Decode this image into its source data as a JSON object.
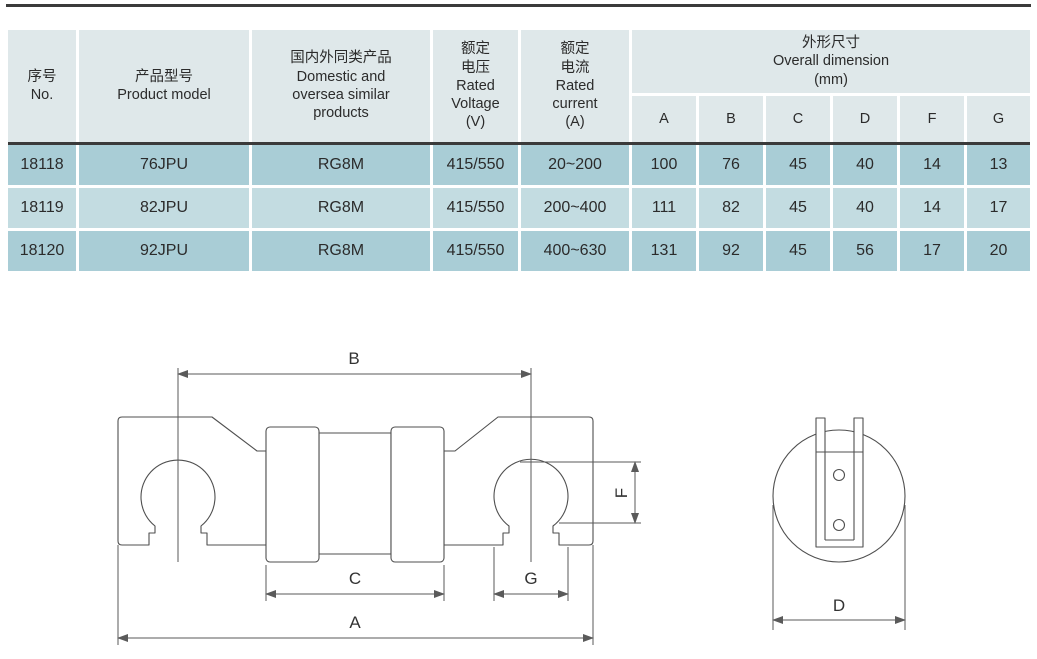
{
  "table": {
    "header": {
      "no": "序号\nNo.",
      "model": "产品型号\nProduct model",
      "similar": "国内外同类产品\nDomestic and\noversea similar\nproducts",
      "voltage": "额定\n电压\nRated\nVoltage\n(V)",
      "current": "额定\n电流\nRated\ncurrent\n(A)",
      "overall": "外形尺寸\nOverall dimension\n(mm)",
      "dims": [
        "A",
        "B",
        "C",
        "D",
        "F",
        "G"
      ]
    },
    "rows": [
      {
        "no": "18118",
        "model": "76JPU",
        "similar": "RG8M",
        "voltage": "415/550",
        "current": "20~200",
        "A": "100",
        "B": "76",
        "C": "45",
        "D": "40",
        "F": "14",
        "G": "13"
      },
      {
        "no": "18119",
        "model": "82JPU",
        "similar": "RG8M",
        "voltage": "415/550",
        "current": "200~400",
        "A": "111",
        "B": "82",
        "C": "45",
        "D": "40",
        "F": "14",
        "G": "17"
      },
      {
        "no": "18120",
        "model": "92JPU",
        "similar": "RG8M",
        "voltage": "415/550",
        "current": "400~630",
        "A": "131",
        "B": "92",
        "C": "45",
        "D": "56",
        "F": "17",
        "G": "20"
      }
    ],
    "colors": {
      "header_bg": "#dfe8ea",
      "row_odd_bg": "#a9cdd6",
      "row_even_bg": "#c3dce1",
      "divider": "#3a3a3a",
      "top_rule": "#3b3b3b",
      "text": "#2b2b2b"
    }
  },
  "drawing": {
    "labels": {
      "A": "A",
      "B": "B",
      "C": "C",
      "D": "D",
      "F": "F",
      "G": "G"
    },
    "line_color": "#4f4f4f"
  }
}
